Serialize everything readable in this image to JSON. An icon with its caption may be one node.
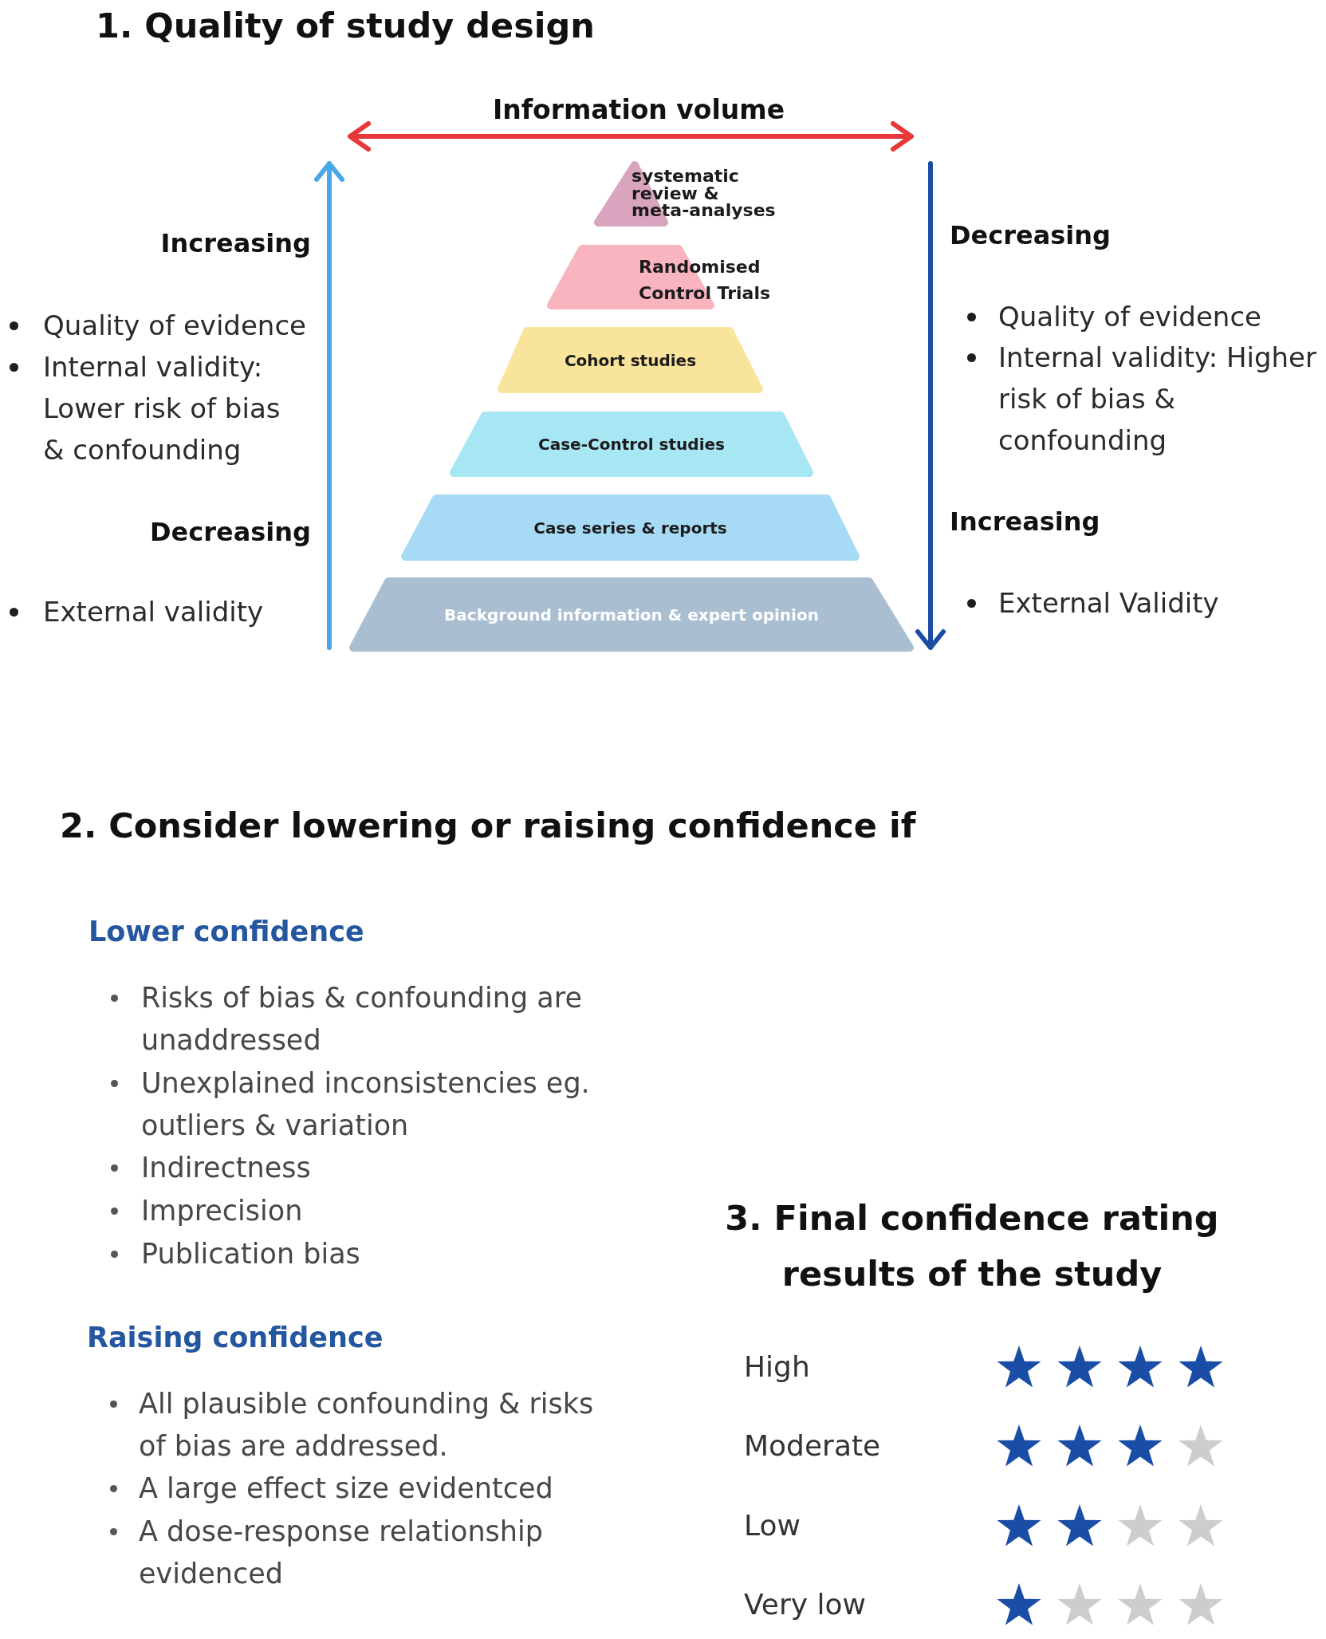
{
  "diagram": {
    "nodes": [
      {
        "text": [
          "systematic review & meta-analyses"
        ]
      },
      {
        "text": [
          "Randomised Control Trials"
        ]
      },
      {
        "text": [
          "Cohort studies"
        ]
      },
      {
        "text": [
          "Case-Control studies"
        ]
      },
      {
        "text": [
          "Case series & reports"
        ]
      },
      {
        "text": [
          "Background information & expert opinion"
        ]
      }
    ],
    "labels": [
      "1. Quality of study design",
      "Information volume",
      "Increasing",
      "Quality of evidence",
      "Internal validity: Lower risk of bias & confounding",
      "Decreasing",
      "External validity",
      "Decreasing",
      "Quality of evidence",
      "Internal validity: Higher risk of bias & confounding",
      "Increasing",
      "External Validity",
      "2. Consider lowering or raising confidence if",
      "Lower confidence",
      "Risks of bias & confounding are unaddressed",
      "Unexplained inconsistencies eg. outliers & variation",
      "Indirectness",
      "Imprecision",
      "Publication bias",
      "Raising confidence",
      "All plausible confounding & risks of bias are addressed.",
      "A large effect size evidentced",
      "A dose-response relationship evidenced",
      "3. Final confidence rating results of the study",
      "High",
      "Moderate",
      "Low",
      "Very low"
    ]
  }
}
